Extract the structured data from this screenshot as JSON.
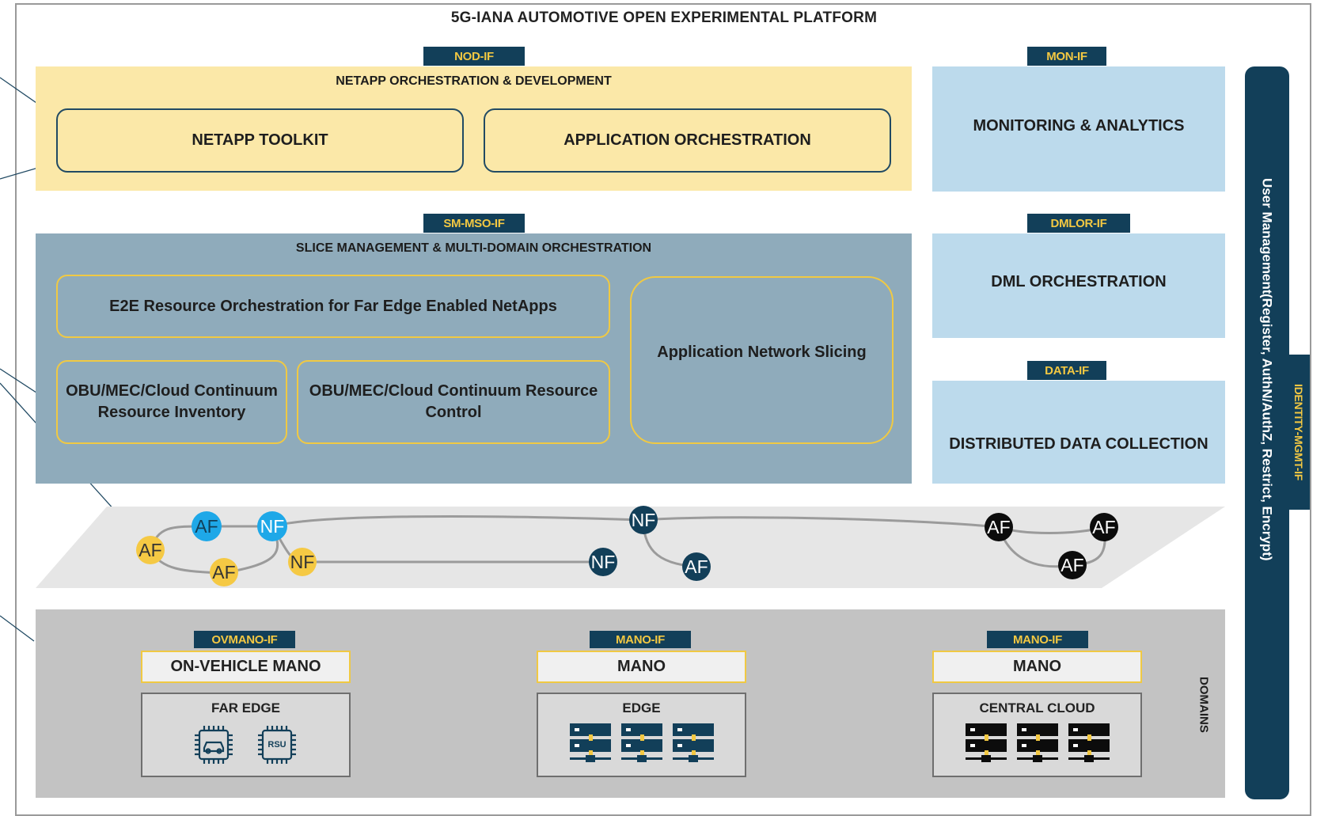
{
  "platform_title": "5G-IANA AUTOMOTIVE OPEN EXPERIMENTAL PLATFORM",
  "netapp": {
    "tag": "NOD-IF",
    "title": "NETAPP ORCHESTRATION & DEVELOPMENT",
    "toolkit": "NETAPP TOOLKIT",
    "orchestration": "APPLICATION ORCHESTRATION"
  },
  "monitoring": {
    "tag": "MON-IF",
    "label": "MONITORING & ANALYTICS"
  },
  "slice": {
    "tag": "SM-MSO-IF",
    "title": "SLICE MANAGEMENT & MULTI-DOMAIN ORCHESTRATION",
    "e2e": "E2E Resource Orchestration for Far Edge Enabled NetApps",
    "inventory_line1": "OBU/MEC/Cloud Continuum",
    "inventory_line2": "Resource Inventory",
    "control_line1": "OBU/MEC/Cloud Continuum Resource",
    "control_line2": "Control",
    "network_slicing": "Application Network Slicing"
  },
  "dml": {
    "tag": "DMLOR-IF",
    "label": "DML ORCHESTRATION"
  },
  "data": {
    "tag": "DATA-IF",
    "label": "DISTRIBUTED DATA COLLECTION"
  },
  "identity": {
    "tag": "IDENTITY-MGMT-IF",
    "line1": "User Management",
    "line2": "(Register, AuthN/AuthZ, Restrict, Encrypt)"
  },
  "functions": {
    "nodes": [
      {
        "label": "AF",
        "group": "far-edge"
      },
      {
        "label": "AF",
        "group": "edge-cyan"
      },
      {
        "label": "NF",
        "group": "edge-cyan"
      },
      {
        "label": "AF",
        "group": "far-edge"
      },
      {
        "label": "NF",
        "group": "far-edge"
      },
      {
        "label": "NF",
        "group": "edge"
      },
      {
        "label": "NF",
        "group": "edge"
      },
      {
        "label": "AF",
        "group": "edge"
      },
      {
        "label": "AF",
        "group": "cloud"
      },
      {
        "label": "AF",
        "group": "cloud"
      },
      {
        "label": "AF",
        "group": "cloud"
      }
    ],
    "colors": {
      "far-edge": "#f5c944",
      "edge-cyan": "#1ea8e8",
      "edge": "#123f59",
      "cloud": "#0c0c0c"
    }
  },
  "domains": {
    "label": "DOMAINS",
    "far_edge": {
      "tag": "OVMANO-IF",
      "mano": "ON-VEHICLE MANO",
      "title": "FAR EDGE",
      "chip2": "RSU",
      "icons": [
        "car-chip-icon",
        "rsu-chip-icon"
      ]
    },
    "edge": {
      "tag": "MANO-IF",
      "mano": "MANO",
      "title": "EDGE",
      "icons": [
        "server-icon",
        "server-icon",
        "server-icon"
      ]
    },
    "central_cloud": {
      "tag": "MANO-IF",
      "mano": "MANO",
      "title": "CENTRAL CLOUD",
      "icons": [
        "server-icon",
        "server-icon",
        "server-icon"
      ]
    }
  },
  "colors": {
    "tag_bg": "#123f59",
    "tag_text": "#f3c842",
    "yellow_panel": "#fbe8a8",
    "blue_panel": "#bcdaec",
    "slate_panel": "#8fabbb",
    "gray_panel": "#c3c3c3"
  }
}
